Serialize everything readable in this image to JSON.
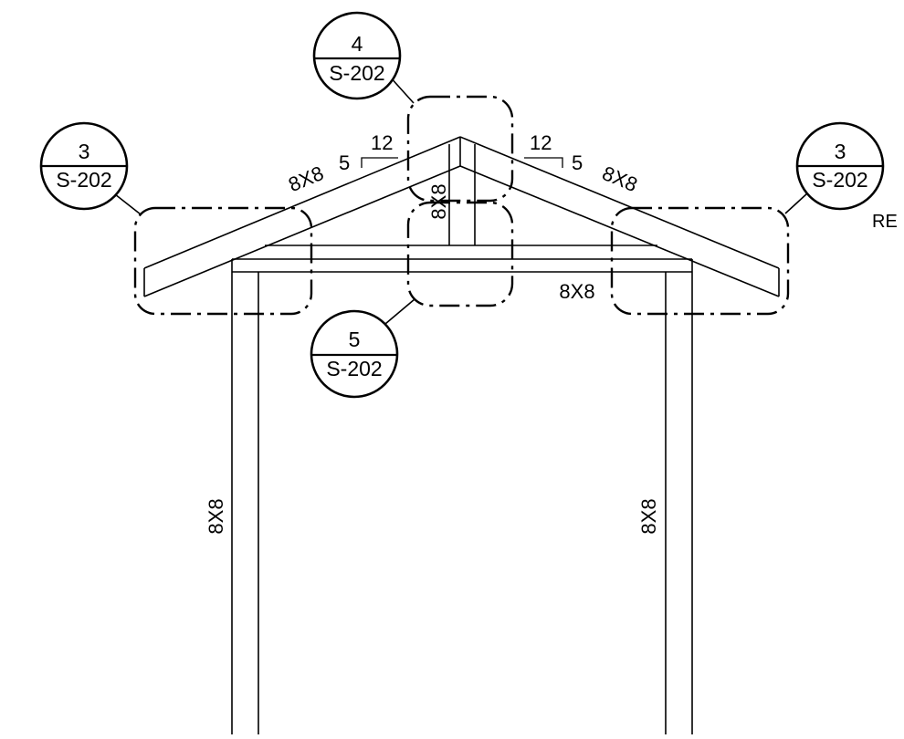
{
  "labels": {
    "left_rafter": "8X8",
    "right_rafter": "8X8",
    "king_post": "8X8",
    "tie_beam": "8X8",
    "left_post": "8X8",
    "right_post": "8X8"
  },
  "slope_left": {
    "run": "12",
    "rise": "5"
  },
  "slope_right": {
    "run": "12",
    "rise": "5"
  },
  "callouts": {
    "ridge": {
      "number": "4",
      "sheet": "S-202"
    },
    "left_eave": {
      "number": "3",
      "sheet": "S-202"
    },
    "right_eave": {
      "number": "3",
      "sheet": "S-202"
    },
    "beam_center": {
      "number": "5",
      "sheet": "S-202"
    }
  },
  "cut_text": "RE"
}
